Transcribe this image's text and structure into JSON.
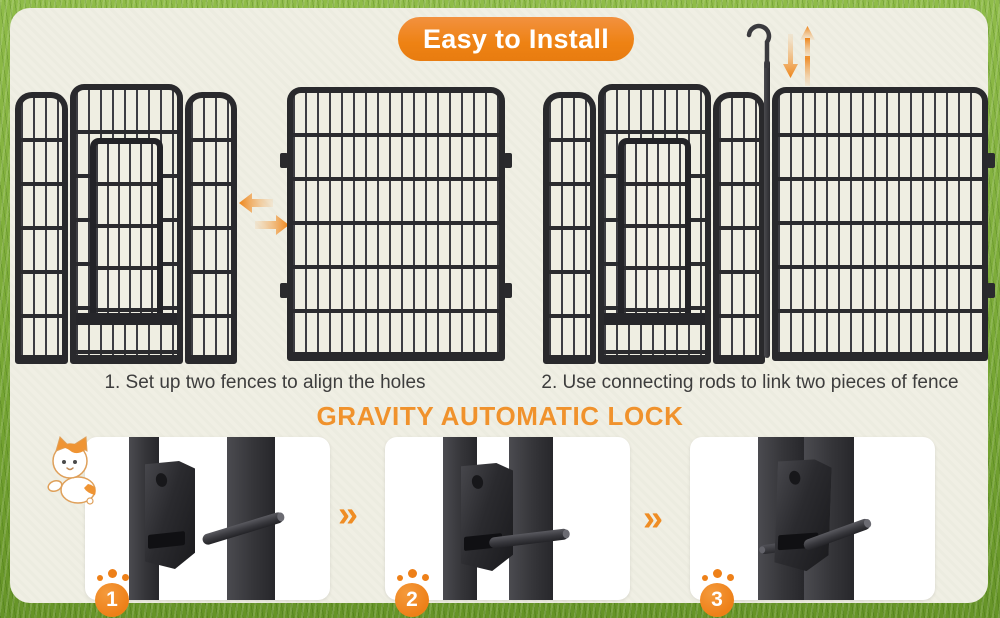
{
  "banner": {
    "title": "Easy to Install"
  },
  "install_steps": [
    {
      "caption": "1. Set up two fences to align the holes"
    },
    {
      "caption": "2. Use connecting rods to link two pieces of fence"
    }
  ],
  "lock_section": {
    "heading": "GRAVITY AUTOMATIC LOCK",
    "step_arrow": "»",
    "cards": [
      {
        "number": "1"
      },
      {
        "number": "2"
      },
      {
        "number": "3"
      }
    ]
  },
  "icons": {
    "swap_arrows": "left-right swap arrows",
    "up_down_arrows": "rod insert up-down arrows",
    "rod_hook": "connecting rod with hooked top",
    "paw_badge": "orange paw step badge",
    "cat_mascot": "orange-white kitten mascot"
  },
  "colors": {
    "accent_orange": "#EE8213",
    "heading_orange": "#F0922C",
    "fence_dark": "#29292C",
    "background_cream": "#F0EFE4",
    "grass_green": "#79A936",
    "caption_gray": "#3D3D3D",
    "card_white": "#FFFFFF"
  }
}
